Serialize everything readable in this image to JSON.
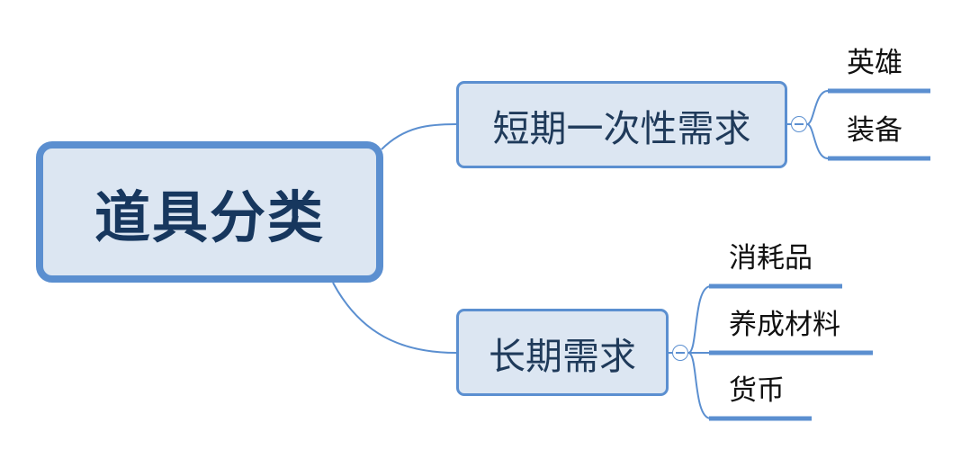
{
  "mindmap": {
    "root": "道具分类",
    "branches": [
      {
        "label": "短期一次性需求",
        "children": [
          "英雄",
          "装备"
        ]
      },
      {
        "label": "长期需求",
        "children": [
          "消耗品",
          "养成材料",
          "货币"
        ]
      }
    ]
  },
  "colors": {
    "node_fill": "#dce6f2",
    "border": "#5b8fd0",
    "text": "#17375e"
  }
}
